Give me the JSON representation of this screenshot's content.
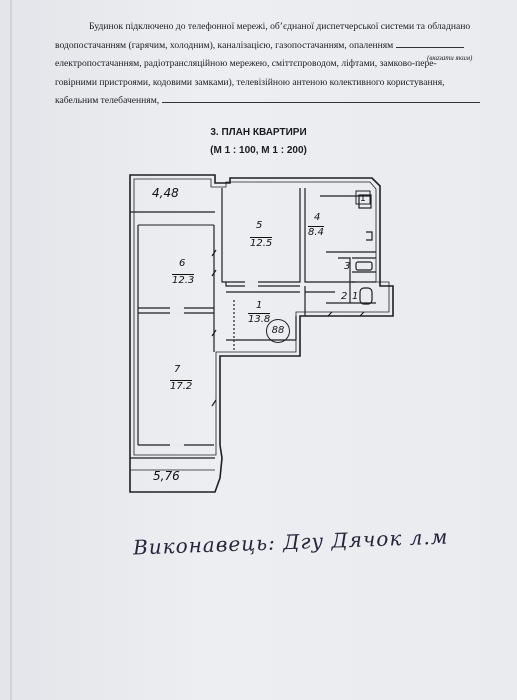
{
  "header": {
    "line1": "Будинок підключено до телефонної мережі, об’єднаної диспетчерської системи та обладнано",
    "line2": "водопостачанням (гарячим, холодним), каналізацією, газопостачанням, опаленням",
    "hint": "(вказати яким)",
    "line3": "електропостачанням, радіотрансляційною мережею, сміттєпроводом, ліфтами, замково-пере-",
    "line4": "говірними пристроями, кодовими замками), телевізійною антеною колективного користування,",
    "line5": "кабельним телебаченням,"
  },
  "section": {
    "title": "3. ПЛАН КВАРТИРИ",
    "scale": "(М 1 : 100, М 1 : 200)"
  },
  "plan": {
    "rooms": [
      {
        "num": "",
        "area": "4,48"
      },
      {
        "num": "5",
        "area": "12.5"
      },
      {
        "num": "4",
        "area": "8.4"
      },
      {
        "num": "6",
        "area": "12.3"
      },
      {
        "num": "1",
        "area": "13.8"
      },
      {
        "num": "3",
        "area": ""
      },
      {
        "num": "2",
        "area": "1"
      },
      {
        "num": "7",
        "area": "17.2"
      },
      {
        "num": "",
        "area": "5,76"
      }
    ],
    "stamp": "88",
    "corner_mark": "1"
  },
  "footer": {
    "signature_text": "Виконавець:   Дгу    Дячок л.м"
  }
}
